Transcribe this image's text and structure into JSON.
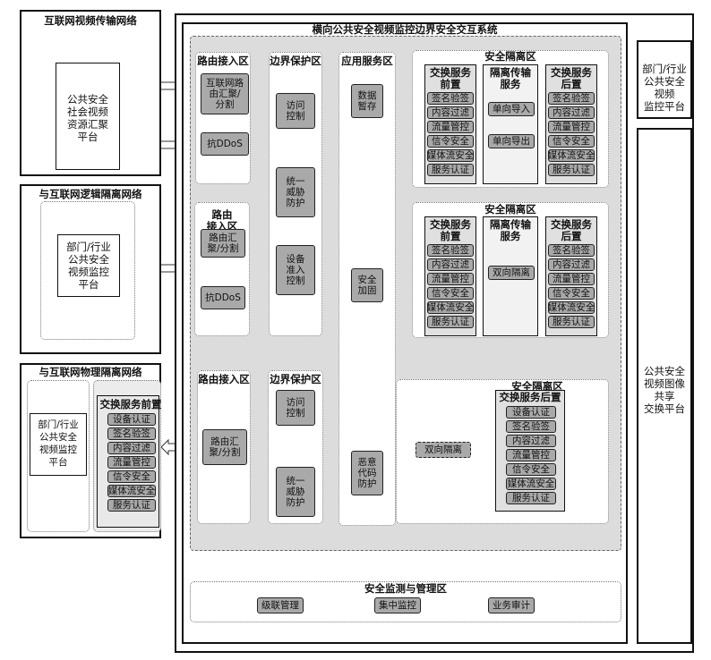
{
  "outer": {
    "title": "横向公共安全视频监控边界安全交互系统"
  },
  "left_panels": {
    "internet": {
      "title": "互联网视频传输网络",
      "platform": [
        "公共安全",
        "社会视频",
        "资源汇聚",
        "平台"
      ]
    },
    "logical": {
      "title": "与互联网逻辑隔离网络",
      "platform": [
        "部门/行业",
        "公共安全",
        "视频监控",
        "平台"
      ]
    },
    "physical": {
      "title": "与互联网物理隔离网络",
      "platform": [
        "部门/行业",
        "公共安全",
        "视频监控",
        "平台"
      ],
      "exchange_title": "交换服务前置",
      "exchange_items": [
        "设备认证",
        "签名验签",
        "内容过滤",
        "流量管控",
        "信令安全",
        "媒体流安全",
        "服务认证"
      ]
    }
  },
  "right_panels": {
    "top": [
      "部门/行业",
      "公共安全",
      "视频",
      "监控平台"
    ],
    "main": [
      "公共安全",
      "视频图像",
      "共享",
      "交换平台"
    ]
  },
  "zones": {
    "route_access": "路由接入区",
    "route_access_mid": [
      "路由",
      "接入区"
    ],
    "border_protect": "边界保护区",
    "app_service": "应用服务区",
    "security_isolation": "安全隔离区",
    "monitor_mgmt": "安全监测与管理区"
  },
  "row1": {
    "router": [
      "互联网路",
      "由汇聚/",
      "分割"
    ],
    "ddos": "抗DDoS",
    "access_control": [
      "访问",
      "控制"
    ],
    "threat_protect": [
      "统一",
      "威胁",
      "防护"
    ],
    "data_buffer": [
      "数据",
      "暂存"
    ],
    "front_title": [
      "交换服务",
      "前置"
    ],
    "front_items": [
      "签名验签",
      "内容过滤",
      "流量管控",
      "信令安全",
      "媒体流安全",
      "服务认证"
    ],
    "transfer_title": [
      "隔离传输",
      "服务"
    ],
    "transfer_items": [
      "单向导入",
      "单向导出"
    ],
    "rear_title": [
      "交换服务",
      "后置"
    ],
    "rear_items": [
      "签名验签",
      "内容过滤",
      "流量管控",
      "信令安全",
      "媒体流安全",
      "服务认证"
    ]
  },
  "row2": {
    "router": [
      "路由汇",
      "聚/分割"
    ],
    "ddos": "抗DDoS",
    "device_access": [
      "设备",
      "准入",
      "控制"
    ],
    "security_hardening": [
      "安全",
      "加固"
    ],
    "front_title": [
      "交换服务",
      "前置"
    ],
    "front_items": [
      "签名验签",
      "内容过滤",
      "流量管控",
      "信令安全",
      "媒体流安全",
      "服务认证"
    ],
    "transfer_title": [
      "隔离传输",
      "服务"
    ],
    "transfer_items": [
      "双向隔离"
    ],
    "rear_title": [
      "交换服务",
      "后置"
    ],
    "rear_items": [
      "签名验签",
      "内容过滤",
      "流量管控",
      "信令安全",
      "媒体流安全",
      "服务认证"
    ]
  },
  "row3": {
    "router": [
      "路由汇",
      "聚/分割"
    ],
    "access_control": [
      "访问",
      "控制"
    ],
    "threat_protect": [
      "统一",
      "威胁",
      "防护"
    ],
    "malware": [
      "恶意",
      "代码",
      "防护"
    ],
    "bidirectional": "双向隔离",
    "rear_title": "交换服务后置",
    "rear_items": [
      "设备认证",
      "签名验签",
      "内容过滤",
      "流量管控",
      "信令安全",
      "媒体流安全",
      "服务认证"
    ]
  },
  "monitor": {
    "items": [
      "级联管理",
      "集中监控",
      "业务审计"
    ]
  }
}
